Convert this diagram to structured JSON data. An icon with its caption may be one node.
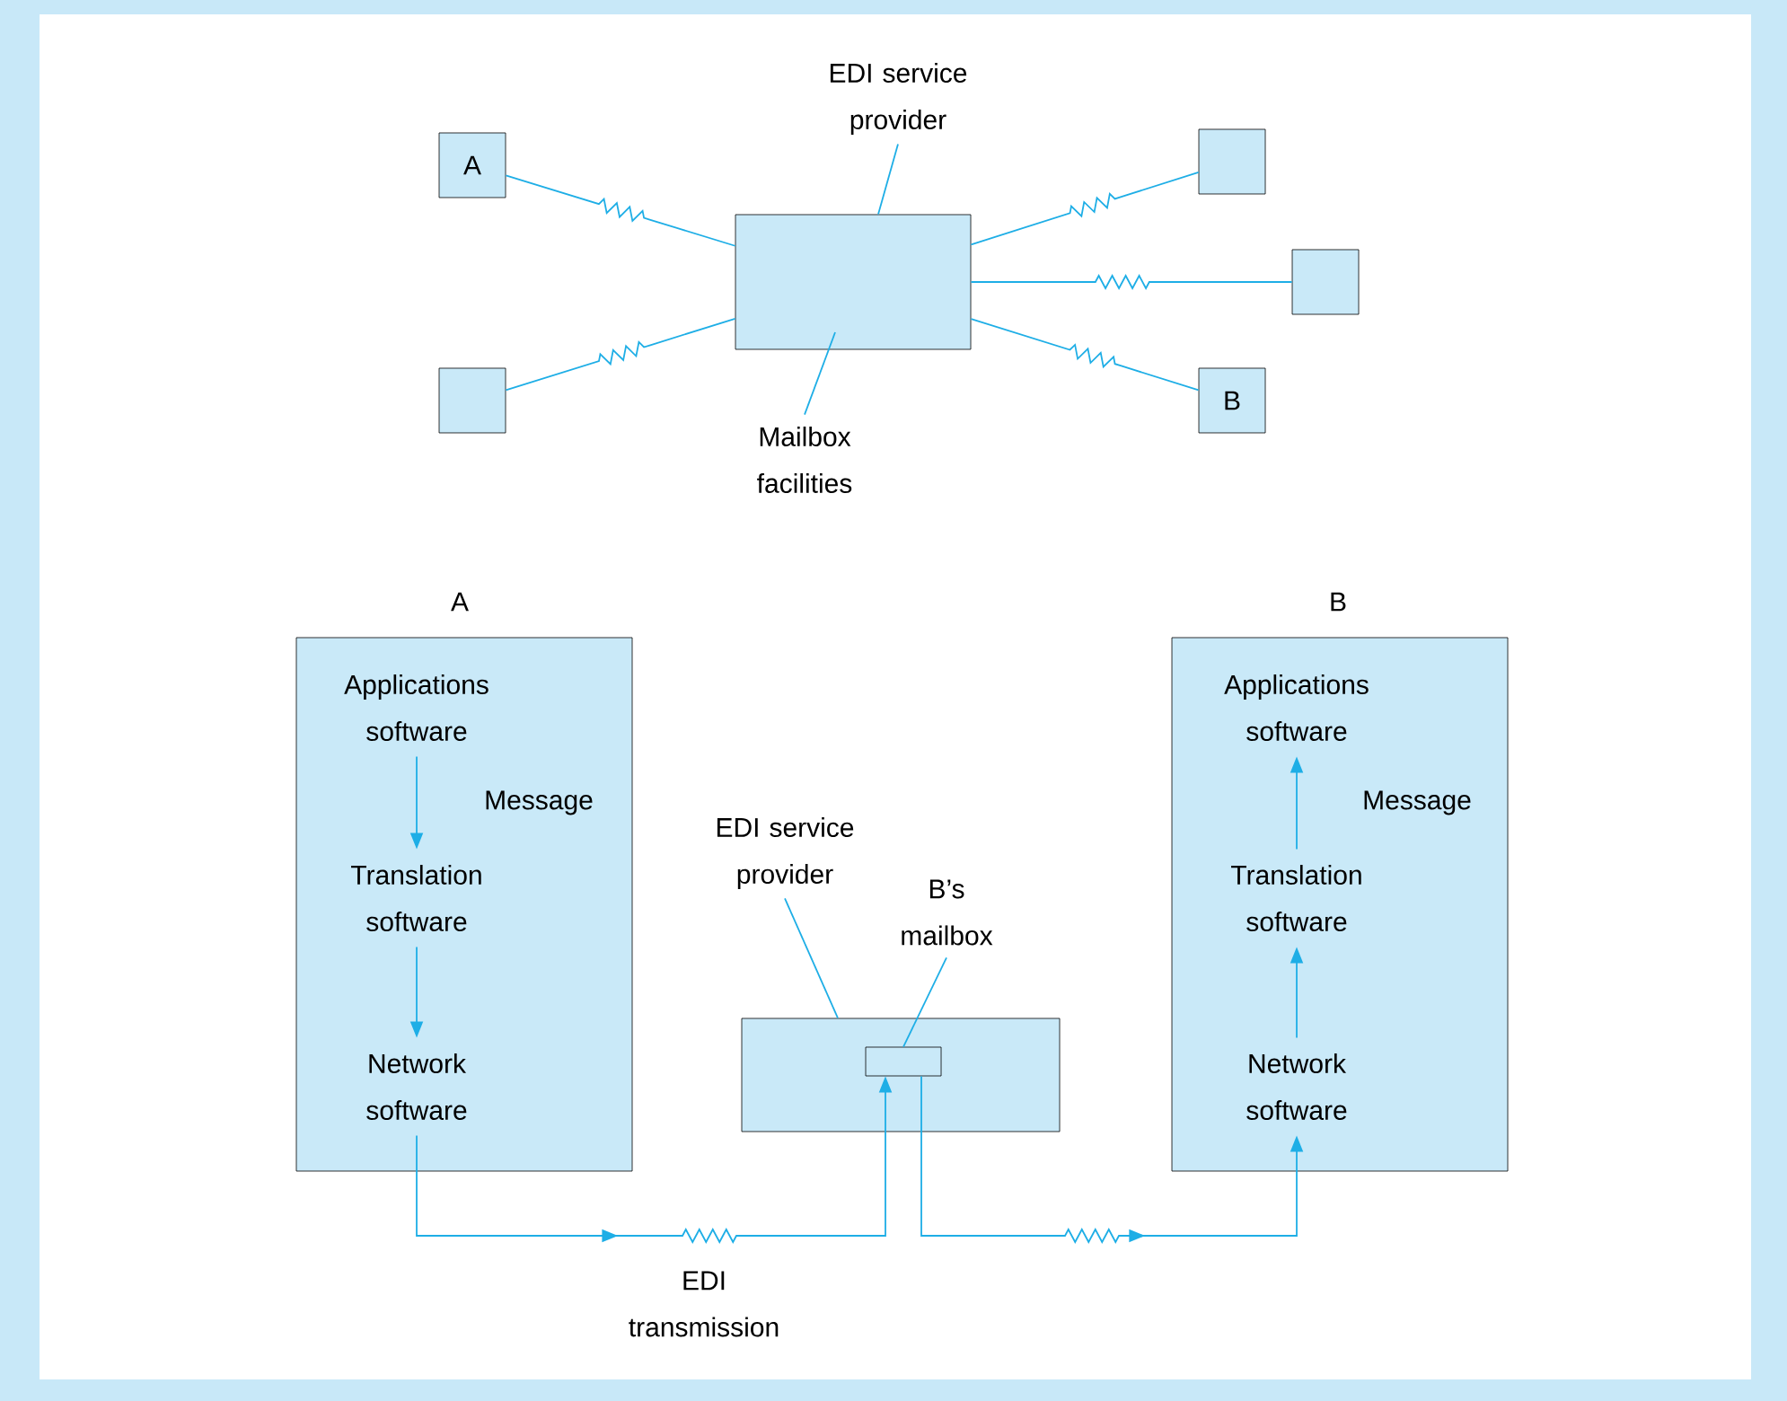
{
  "diagram": {
    "nodes": [
      {
        "text": [
          "EDI service provider"
        ]
      },
      {
        "text": [
          "A"
        ]
      },
      {
        "text": [],
        "shape": "box"
      },
      {
        "text": [],
        "shape": "box"
      },
      {
        "text": [],
        "shape": "box"
      },
      {
        "text": [],
        "shape": "box"
      },
      {
        "text": [
          "B"
        ]
      },
      {
        "text": [
          "Mailbox facilities"
        ]
      },
      {
        "text": [
          "A",
          "Message"
        ]
      },
      {
        "text": [
          "Applications software"
        ],
        "in": 8
      },
      {
        "text": [
          "Translation software"
        ],
        "in": 8
      },
      {
        "text": [
          "Network software"
        ],
        "in": 8
      },
      {
        "text": [
          "B",
          "Message"
        ]
      },
      {
        "text": [
          "Applications software"
        ],
        "in": 12
      },
      {
        "text": [
          "Translation software"
        ],
        "in": 12
      },
      {
        "text": [
          "Network software"
        ],
        "in": 12
      },
      {
        "text": [
          "EDI service provider"
        ]
      },
      {
        "text": [
          "B’s mailbox"
        ]
      },
      {
        "text": [],
        "shape": "box"
      },
      {
        "text": [],
        "shape": "box",
        "in": 18
      }
    ],
    "edges": [
      {
        "from": 0,
        "to": 2,
        "arrow": "none"
      },
      {
        "from": 1,
        "to": 2,
        "arrow": "none"
      },
      {
        "from": 5,
        "to": 2,
        "arrow": "none"
      },
      {
        "from": 2,
        "to": 3,
        "arrow": "none"
      },
      {
        "from": 2,
        "to": 4,
        "arrow": "none"
      },
      {
        "from": 2,
        "to": 6,
        "arrow": "none"
      },
      {
        "from": 7,
        "to": 2,
        "arrow": "none"
      },
      {
        "from": 9,
        "to": 10,
        "arrow": "to"
      },
      {
        "from": 10,
        "to": 11,
        "arrow": "to"
      },
      {
        "from": 15,
        "to": 14,
        "arrow": "to"
      },
      {
        "from": 14,
        "to": 13,
        "arrow": "to"
      },
      {
        "from": 11,
        "to": 19,
        "arrow": "to",
        "label": "EDI transmission"
      },
      {
        "from": 19,
        "to": 15,
        "arrow": "to"
      },
      {
        "from": 16,
        "to": 18,
        "arrow": "none"
      },
      {
        "from": 17,
        "to": 19,
        "arrow": "none"
      }
    ]
  }
}
